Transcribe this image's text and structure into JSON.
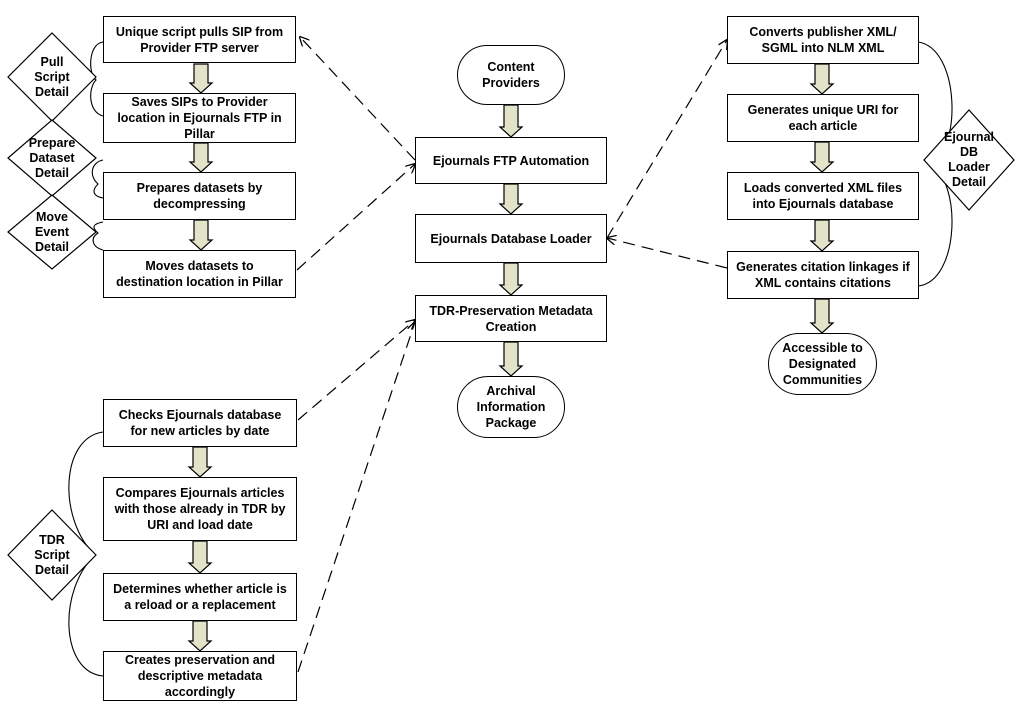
{
  "center": {
    "content_providers": "Content\nProviders",
    "ftp_automation": "Ejournals FTP Automation",
    "database_loader": "Ejournals Database Loader",
    "tdr_metadata": "TDR-Preservation Metadata\nCreation",
    "archival_package": "Archival\nInformation\nPackage"
  },
  "ftp_detail": {
    "step1": "Unique script pulls SIP from\nProvider FTP server",
    "step2": "Saves SIPs to Provider\nlocation in Ejournals FTP in\nPillar",
    "step3": "Prepares datasets by\ndecompressing",
    "step4": "Moves datasets to\ndestination location in Pillar",
    "label_pull": "Pull\nScript\nDetail",
    "label_prepare": "Prepare\nDataset\nDetail",
    "label_move": "Move\nEvent\nDetail"
  },
  "loader_detail": {
    "step1": "Converts publisher XML/\nSGML into NLM XML",
    "step2": "Generates unique URI for\neach article",
    "step3": "Loads converted XML files\ninto Ejournals database",
    "step4": "Generates citation linkages if\nXML contains citations",
    "end": "Accessible to\nDesignated\nCommunities",
    "label": "Ejournal\nDB\nLoader\nDetail"
  },
  "tdr_detail": {
    "step1": "Checks Ejournals database\nfor new articles by date",
    "step2": "Compares Ejournals articles\nwith those already in TDR by\nURI and load date",
    "step3": "Determines whether article is\na reload or a replacement",
    "step4": "Creates preservation and\ndescriptive metadata\naccordingly",
    "label": "TDR\nScript\nDetail"
  },
  "colors": {
    "arrow_fill": "#e2e3c8",
    "stroke": "#000000"
  }
}
